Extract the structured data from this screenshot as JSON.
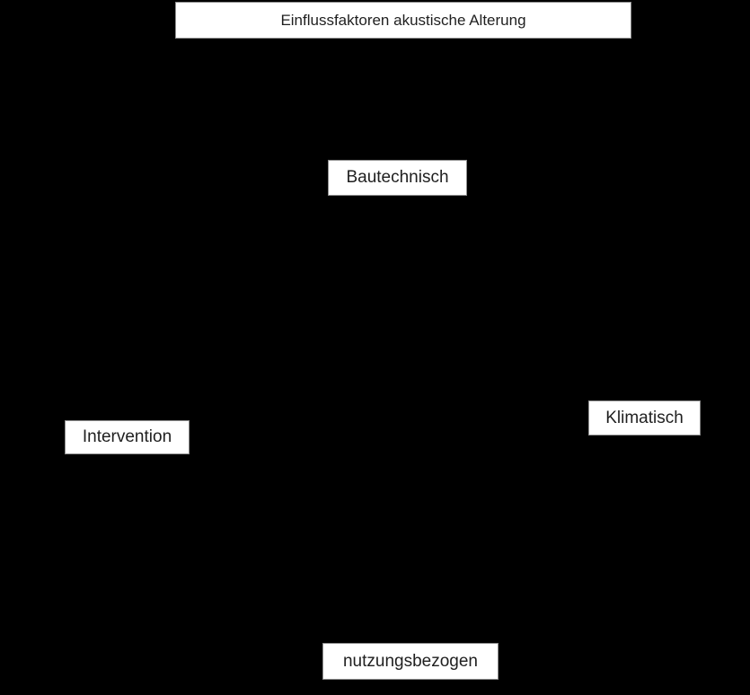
{
  "diagram": {
    "title": "Einflussfaktoren akustische Alterung",
    "factors": [
      {
        "id": "bautechnisch",
        "label": "Bautechnisch",
        "position": "top"
      },
      {
        "id": "klimatisch",
        "label": "Klimatisch",
        "position": "right"
      },
      {
        "id": "nutzungsbezogen",
        "label": "nutzungsbezogen",
        "position": "bottom"
      },
      {
        "id": "intervention",
        "label": "Intervention",
        "position": "left"
      }
    ]
  },
  "colors": {
    "background": "#000000",
    "box_fill": "#ffffff",
    "text": "#1f1f1f"
  }
}
